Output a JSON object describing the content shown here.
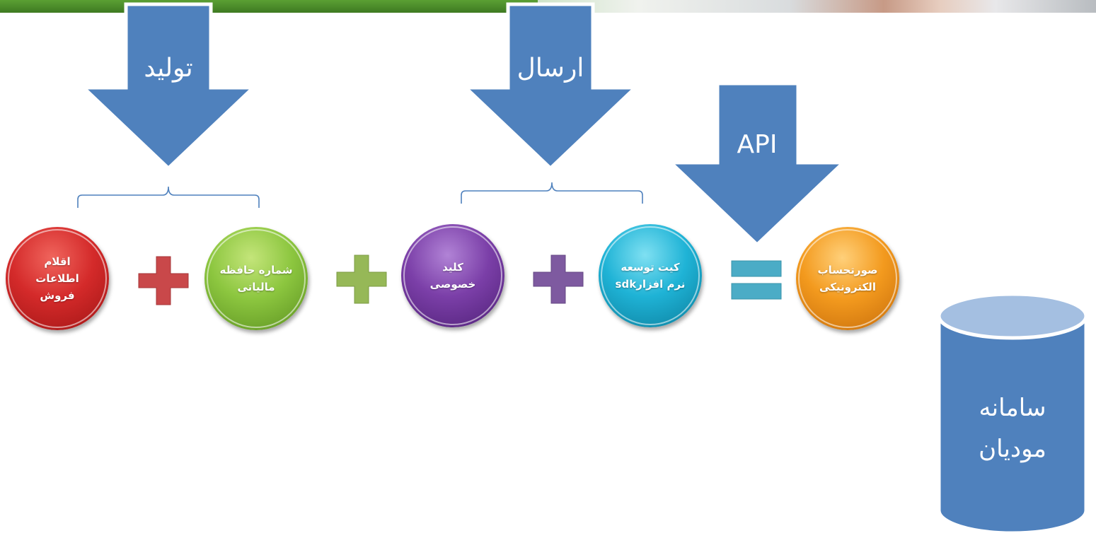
{
  "arrows": [
    {
      "label": "تولید"
    },
    {
      "label": "ارسال"
    },
    {
      "label": "API"
    }
  ],
  "circles": [
    {
      "line1": "اقلام",
      "line2": "اطلاعات",
      "line3": "فروش",
      "color": "#d42a2a"
    },
    {
      "line1": "شماره حافظه",
      "line2": "مالیاتی",
      "color": "#8cc63f"
    },
    {
      "line1": "کلید",
      "line2": "خصوصی",
      "color": "#7b3fa8"
    },
    {
      "line1": "کیت توسعه",
      "line2": "نرم افزارsdk",
      "color": "#1fb3d6"
    },
    {
      "line1": "صورتحساب",
      "line2": "الکترونیکی",
      "color": "#f39a1e"
    }
  ],
  "operators": [
    {
      "symbol": "plus",
      "color": "#c9484a"
    },
    {
      "symbol": "plus",
      "color": "#96b857"
    },
    {
      "symbol": "plus",
      "color": "#7e5aa0"
    },
    {
      "symbol": "equals",
      "color": "#4bacc6"
    }
  ],
  "database": {
    "line1": "سامانه",
    "line2": "مودیان",
    "color": "#4f81bd"
  },
  "colors": {
    "arrow_fill": "#4f81bd",
    "arrow_stroke": "#ffffff",
    "brace": "#4f81bd"
  }
}
